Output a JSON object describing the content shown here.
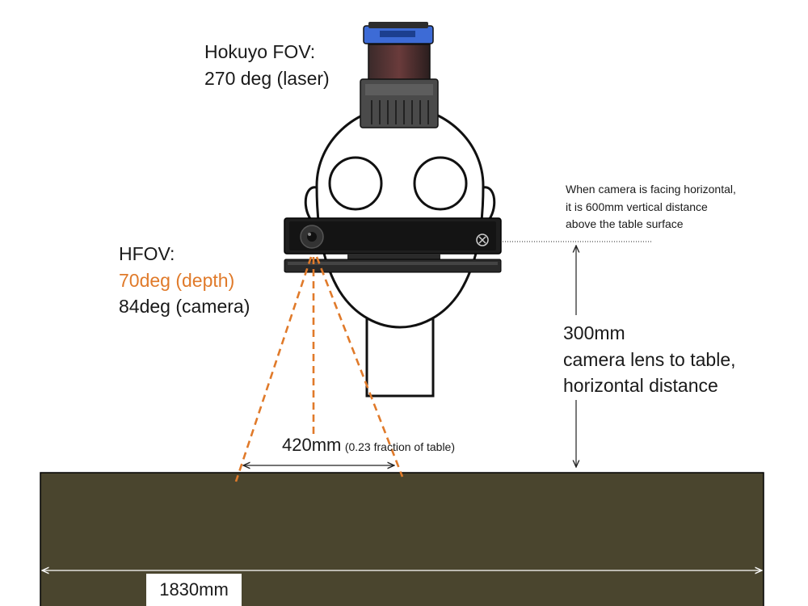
{
  "hokuyo": {
    "title": "Hokuyo FOV:",
    "value": "270 deg (laser)"
  },
  "hfov": {
    "title": "HFOV:",
    "depth": "70deg (depth)",
    "camera": "84deg (camera)"
  },
  "note": {
    "line1": "When camera is facing horizontal,",
    "line2": "it is 600mm vertical distance",
    "line3": "above the table surface"
  },
  "vertical_dim": {
    "value": "300mm",
    "line2": "camera lens to table,",
    "line3": "horizontal distance"
  },
  "fov_width": {
    "value": "420mm",
    "fraction": "(0.23 fraction of table)"
  },
  "table_length": "1830mm",
  "colors": {
    "table": "#4a452e",
    "fov_lines": "#e07a2a",
    "sensor_body": "#1e1e1e",
    "lidar_accent": "#3d6bd6"
  }
}
